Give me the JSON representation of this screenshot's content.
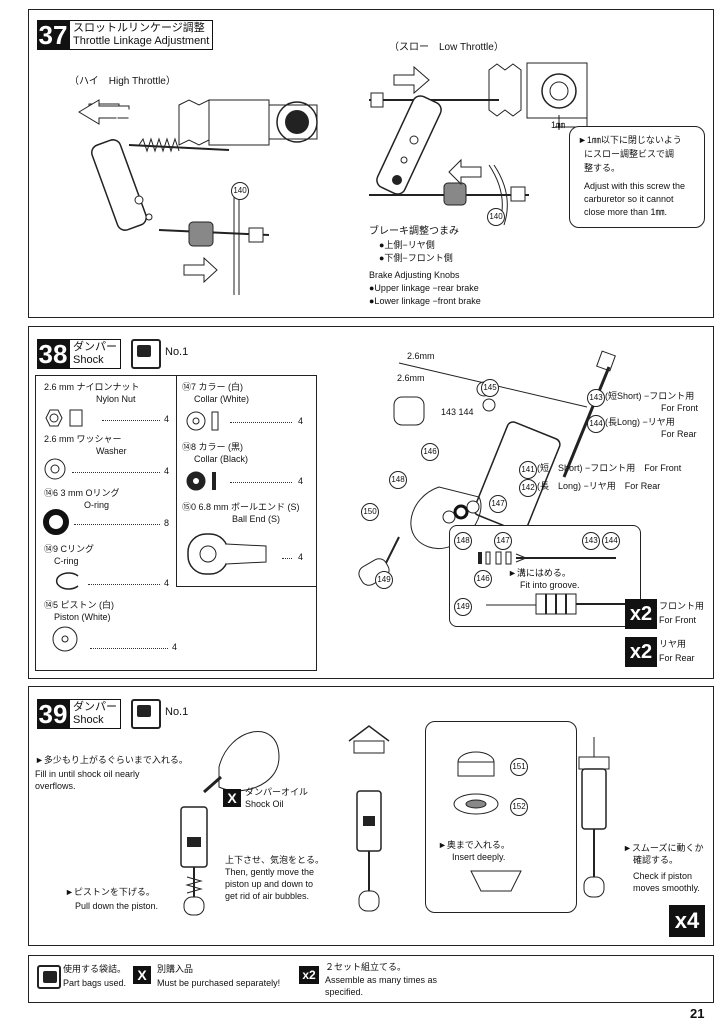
{
  "step37": {
    "number": "37",
    "title_jp": "スロットルリンケージ調整",
    "title_en": "Throttle Linkage Adjustment",
    "high_label": "（ハイ　High Throttle）",
    "low_label": "（スロー　Low Throttle）",
    "part_ref": "140",
    "mm_label": "1㎜",
    "note_jp_1": "►1㎜以下に閉じないよう",
    "note_jp_2": "にスロー調整ビスで調",
    "note_jp_3": "整する。",
    "note_en_1": "Adjust with this screw the",
    "note_en_2": "carburetor so it cannot",
    "note_en_3": "close more than 1㎜.",
    "brake_jp": "ブレーキ調整つまみ",
    "brake_jp_upper": "●上側−リヤ側",
    "brake_jp_lower": "●下側−フロント側",
    "brake_en": "Brake Adjusting Knobs",
    "brake_en_upper": "●Upper linkage −rear brake",
    "brake_en_lower": "●Lower linkage −front brake"
  },
  "step38": {
    "number": "38",
    "title_jp": "ダンパー",
    "title_en": "Shock",
    "bag": "No.1",
    "parts": {
      "nut_jp": "2.6 mm ナイロンナット",
      "nut_en": "Nylon Nut",
      "nut_qty": "4",
      "washer_jp": "2.6 mm ワッシャー",
      "washer_en": "Washer",
      "washer_qty": "4",
      "oring_jp": "⑭6 3 mm Oリング",
      "oring_en": "O-ring",
      "oring_qty": "8",
      "cring_jp": "⑭9 Cリング",
      "cring_en": "C-ring",
      "cring_qty": "4",
      "piston_jp": "⑭5 ピストン (白)",
      "piston_en": "Piston (White)",
      "piston_qty": "4",
      "collar_w_jp": "⑭7 カラー (白)",
      "collar_w_en": "Collar (White)",
      "collar_w_qty": "4",
      "collar_b_jp": "⑭8 カラー (黒)",
      "collar_b_en": "Collar (Black)",
      "collar_b_qty": "4",
      "ballend_jp": "⑮0 6.8 mm ボールエンド (S)",
      "ballend_en": "Ball End (S)",
      "ballend_qty": "4"
    },
    "size_26_a": "2.6mm",
    "size_26_b": "2.6mm",
    "ref_145": "145",
    "ref_143_144": "143 144",
    "ref_146": "146",
    "ref_147": "147",
    "ref_148": "148",
    "ref_149": "149",
    "ref_150": "150",
    "ref_141": "141",
    "ref_142": "142",
    "ref_143": "143",
    "ref_144": "144",
    "front_short": "(短Short) −フロント用",
    "front_en": "For Front",
    "rear_long": "(長Long) −リヤ用",
    "rear_en": "For Rear",
    "cyl_short": "(短　Short) −フロント用　For Front",
    "cyl_long": "(長　Long) −リヤ用　For Rear",
    "groove_jp": "►溝にはめる。",
    "groove_en": "Fit into groove.",
    "x2_front_jp": "フロント用",
    "x2_front_en": "For Front",
    "x2_rear_jp": "リヤ用",
    "x2_rear_en": "For Rear",
    "x2": "x2"
  },
  "step39": {
    "number": "39",
    "title_jp": "ダンパー",
    "title_en": "Shock",
    "bag": "No.1",
    "fill_jp": "►多少もり上がるぐらいまで入れる。",
    "fill_en_1": "Fill in until shock oil nearly",
    "fill_en_2": "overflows.",
    "oil_jp": "ダンパーオイル",
    "oil_en": "Shock Oil",
    "pump_jp": "上下させ、気泡をとる。",
    "pump_en_1": "Then, gently move the",
    "pump_en_2": "piston up and down to",
    "pump_en_3": "get rid of air bubbles.",
    "pull_jp": "►ピストンを下げる。",
    "pull_en": "Pull down the piston.",
    "ref_151": "151",
    "ref_152": "152",
    "insert_jp": "►奥まで入れる。",
    "insert_en": "Insert deeply.",
    "check_jp_1": "►スムーズに動くか",
    "check_jp_2": "確認する。",
    "check_en_1": "Check if piston",
    "check_en_2": "moves smoothly.",
    "x4": "x4"
  },
  "legend": {
    "bag_jp": "使用する袋詰。",
    "bag_en": "Part bags used.",
    "x_jp": "別購入品",
    "x_en": "Must be purchased separately!",
    "x2_jp": "２セット組立てる。",
    "x2_en_1": "Assemble as many times as",
    "x2_en_2": "specified.",
    "x2": "x2"
  },
  "page_number": "21"
}
